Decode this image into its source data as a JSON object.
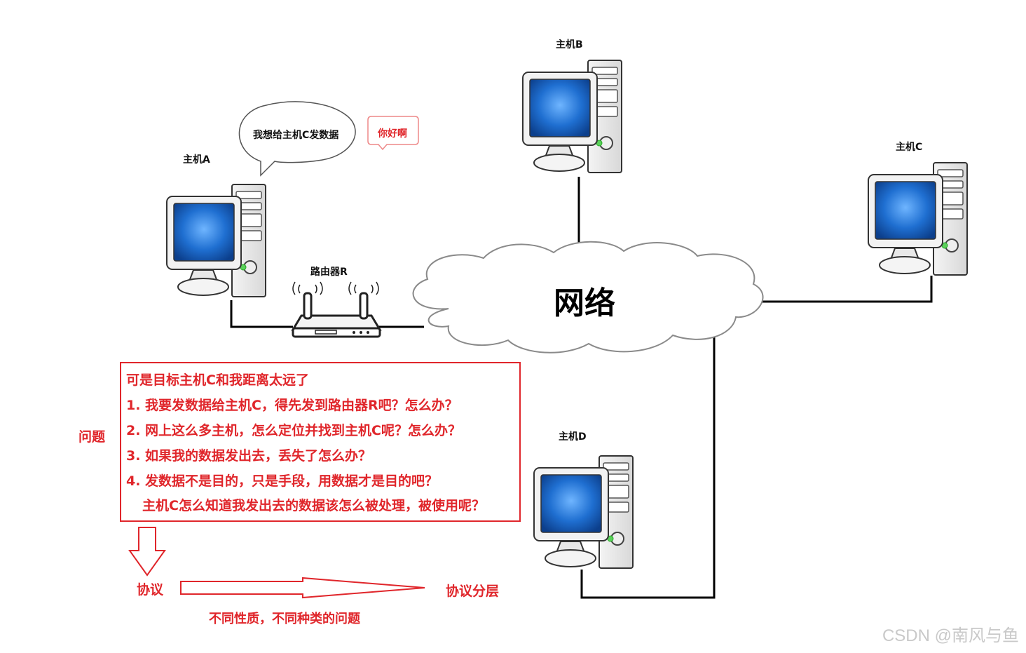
{
  "hosts": {
    "a": "主机A",
    "b": "主机B",
    "c": "主机C",
    "d": "主机D"
  },
  "router": "路由器R",
  "network": "网络",
  "speech": "我想给主机C发数据",
  "hello": "你好啊",
  "questions_label": "问题",
  "questions": [
    "可是目标主机C和我距离太远了",
    "1. 我要发数据给主机C，得先发到路由器R吧？怎么办？",
    "2. 网上这么多主机，怎么定位并找到主机C呢？怎么办？",
    "3. 如果我的数据发出去，丢失了怎么办？",
    "4. 发数据不是目的，只是手段，用数据才是目的吧？",
    "主机C怎么知道我发出去的数据该怎么被处理，被使用呢？"
  ],
  "protocol": "协议",
  "layering": "协议分层",
  "caption": "不同性质，不同种类的问题",
  "watermark": "CSDN @南风与鱼",
  "colors": {
    "accent": "#e0262b",
    "screen": "#1f6fd1",
    "line": "#000000"
  }
}
